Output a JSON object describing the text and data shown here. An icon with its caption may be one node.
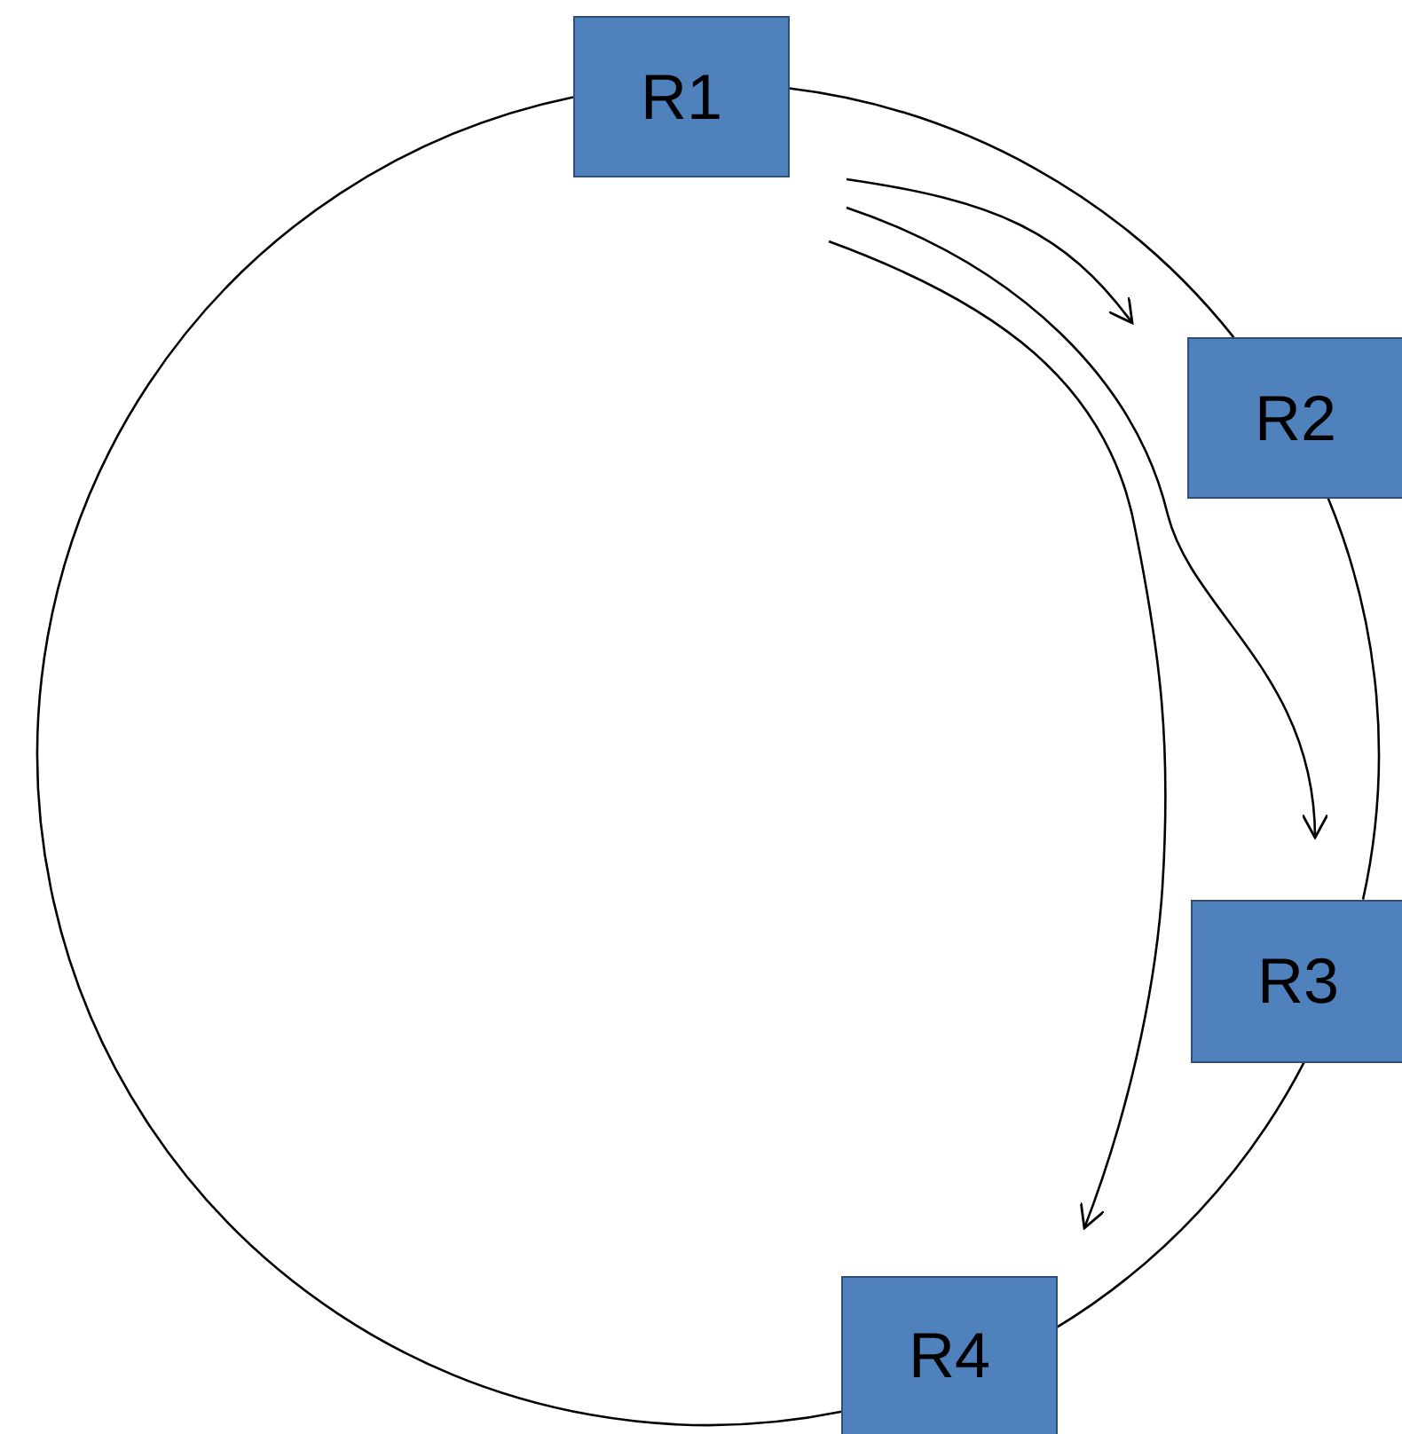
{
  "diagram": {
    "nodes": [
      {
        "text": [
          "R1"
        ]
      },
      {
        "text": [
          "R2"
        ]
      },
      {
        "text": [
          "R3"
        ]
      },
      {
        "text": [
          "R4"
        ]
      }
    ],
    "edges": [
      {
        "from": 0,
        "to": 1,
        "arrow": "none"
      },
      {
        "from": 1,
        "to": 2,
        "arrow": "none"
      },
      {
        "from": 2,
        "to": 3,
        "arrow": "none"
      },
      {
        "from": 3,
        "to": 0,
        "arrow": "none"
      },
      {
        "from": 0,
        "to": 1,
        "arrow": "to"
      },
      {
        "from": 0,
        "to": 2,
        "arrow": "to"
      },
      {
        "from": 0,
        "to": 3,
        "arrow": "to"
      }
    ]
  }
}
